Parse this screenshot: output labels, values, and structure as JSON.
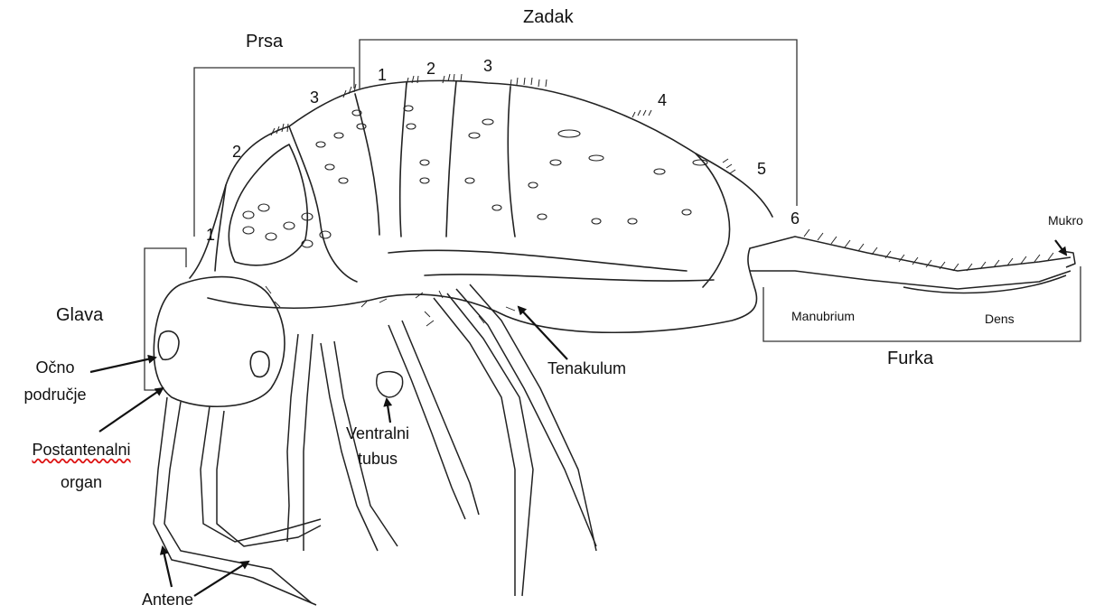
{
  "regions": {
    "glava": "Glava",
    "prsa": "Prsa",
    "zadak": "Zadak",
    "furka": "Furka"
  },
  "thorax_segments": [
    "1",
    "2",
    "3"
  ],
  "abdomen_segments": [
    "1",
    "2",
    "3",
    "4",
    "5",
    "6"
  ],
  "labels": {
    "ocno_line1": "Očno",
    "ocno_line2": "područje",
    "postantenalni_line1": "Postantenalni",
    "postantenalni_line2": "organ",
    "antene": "Antene",
    "ventralni_line1": "Ventralni",
    "ventralni_line2": "tubus",
    "tenakulum": "Tenakulum",
    "manubrium": "Manubrium",
    "dens": "Dens",
    "mukro": "Mukro"
  },
  "colors": {
    "line": "#222222",
    "spellcheck_underline": "#dd1111"
  }
}
